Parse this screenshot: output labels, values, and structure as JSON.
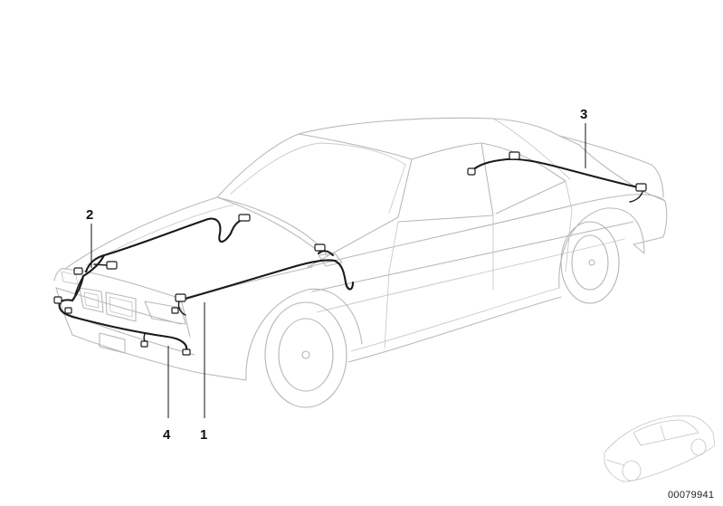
{
  "callouts": [
    {
      "id": "1",
      "label": "1"
    },
    {
      "id": "2",
      "label": "2"
    },
    {
      "id": "3",
      "label": "3"
    },
    {
      "id": "4",
      "label": "4"
    }
  ],
  "diagram_number": "00079941"
}
